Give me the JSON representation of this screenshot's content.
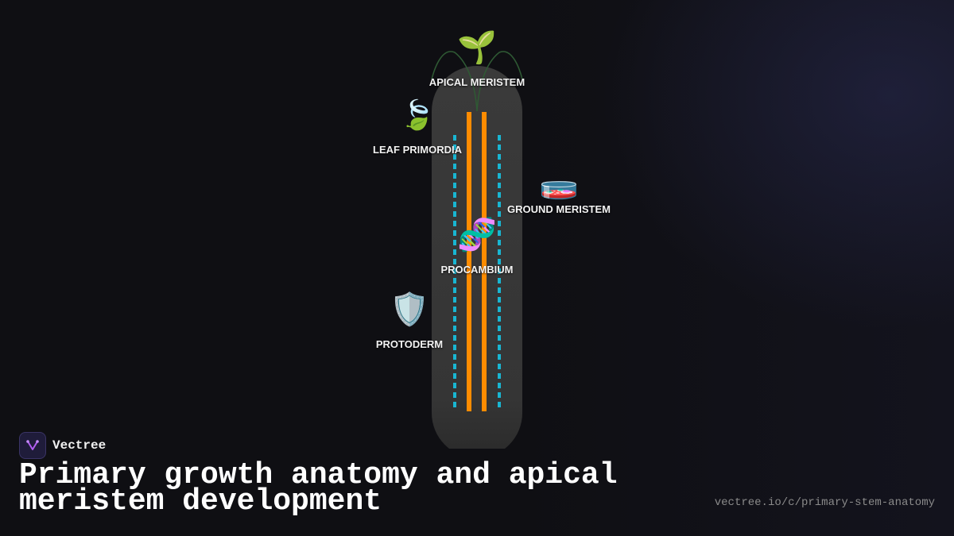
{
  "diagram": {
    "labels": {
      "apical_meristem": "APICAL MERISTEM",
      "leaf_primordia": "LEAF PRIMORDIA",
      "ground_meristem": "GROUND MERISTEM",
      "procambium": "PROCAMBIUM",
      "protoderm": "PROTODERM"
    },
    "icons": {
      "apical_meristem": "🌱",
      "leaf_primordia": "🍃",
      "ground_meristem": "🧫",
      "procambium": "🧬",
      "protoderm": "🛡️"
    },
    "colors": {
      "stem": "#3a3a3a",
      "procambium_strand": "#ff8c00",
      "protoderm_line": "#19b6d2",
      "shoot": "#2f5a34"
    }
  },
  "brand": {
    "name": "Vectree"
  },
  "title": "Primary growth anatomy and apical meristem development",
  "url": "vectree.io/c/primary-stem-anatomy"
}
